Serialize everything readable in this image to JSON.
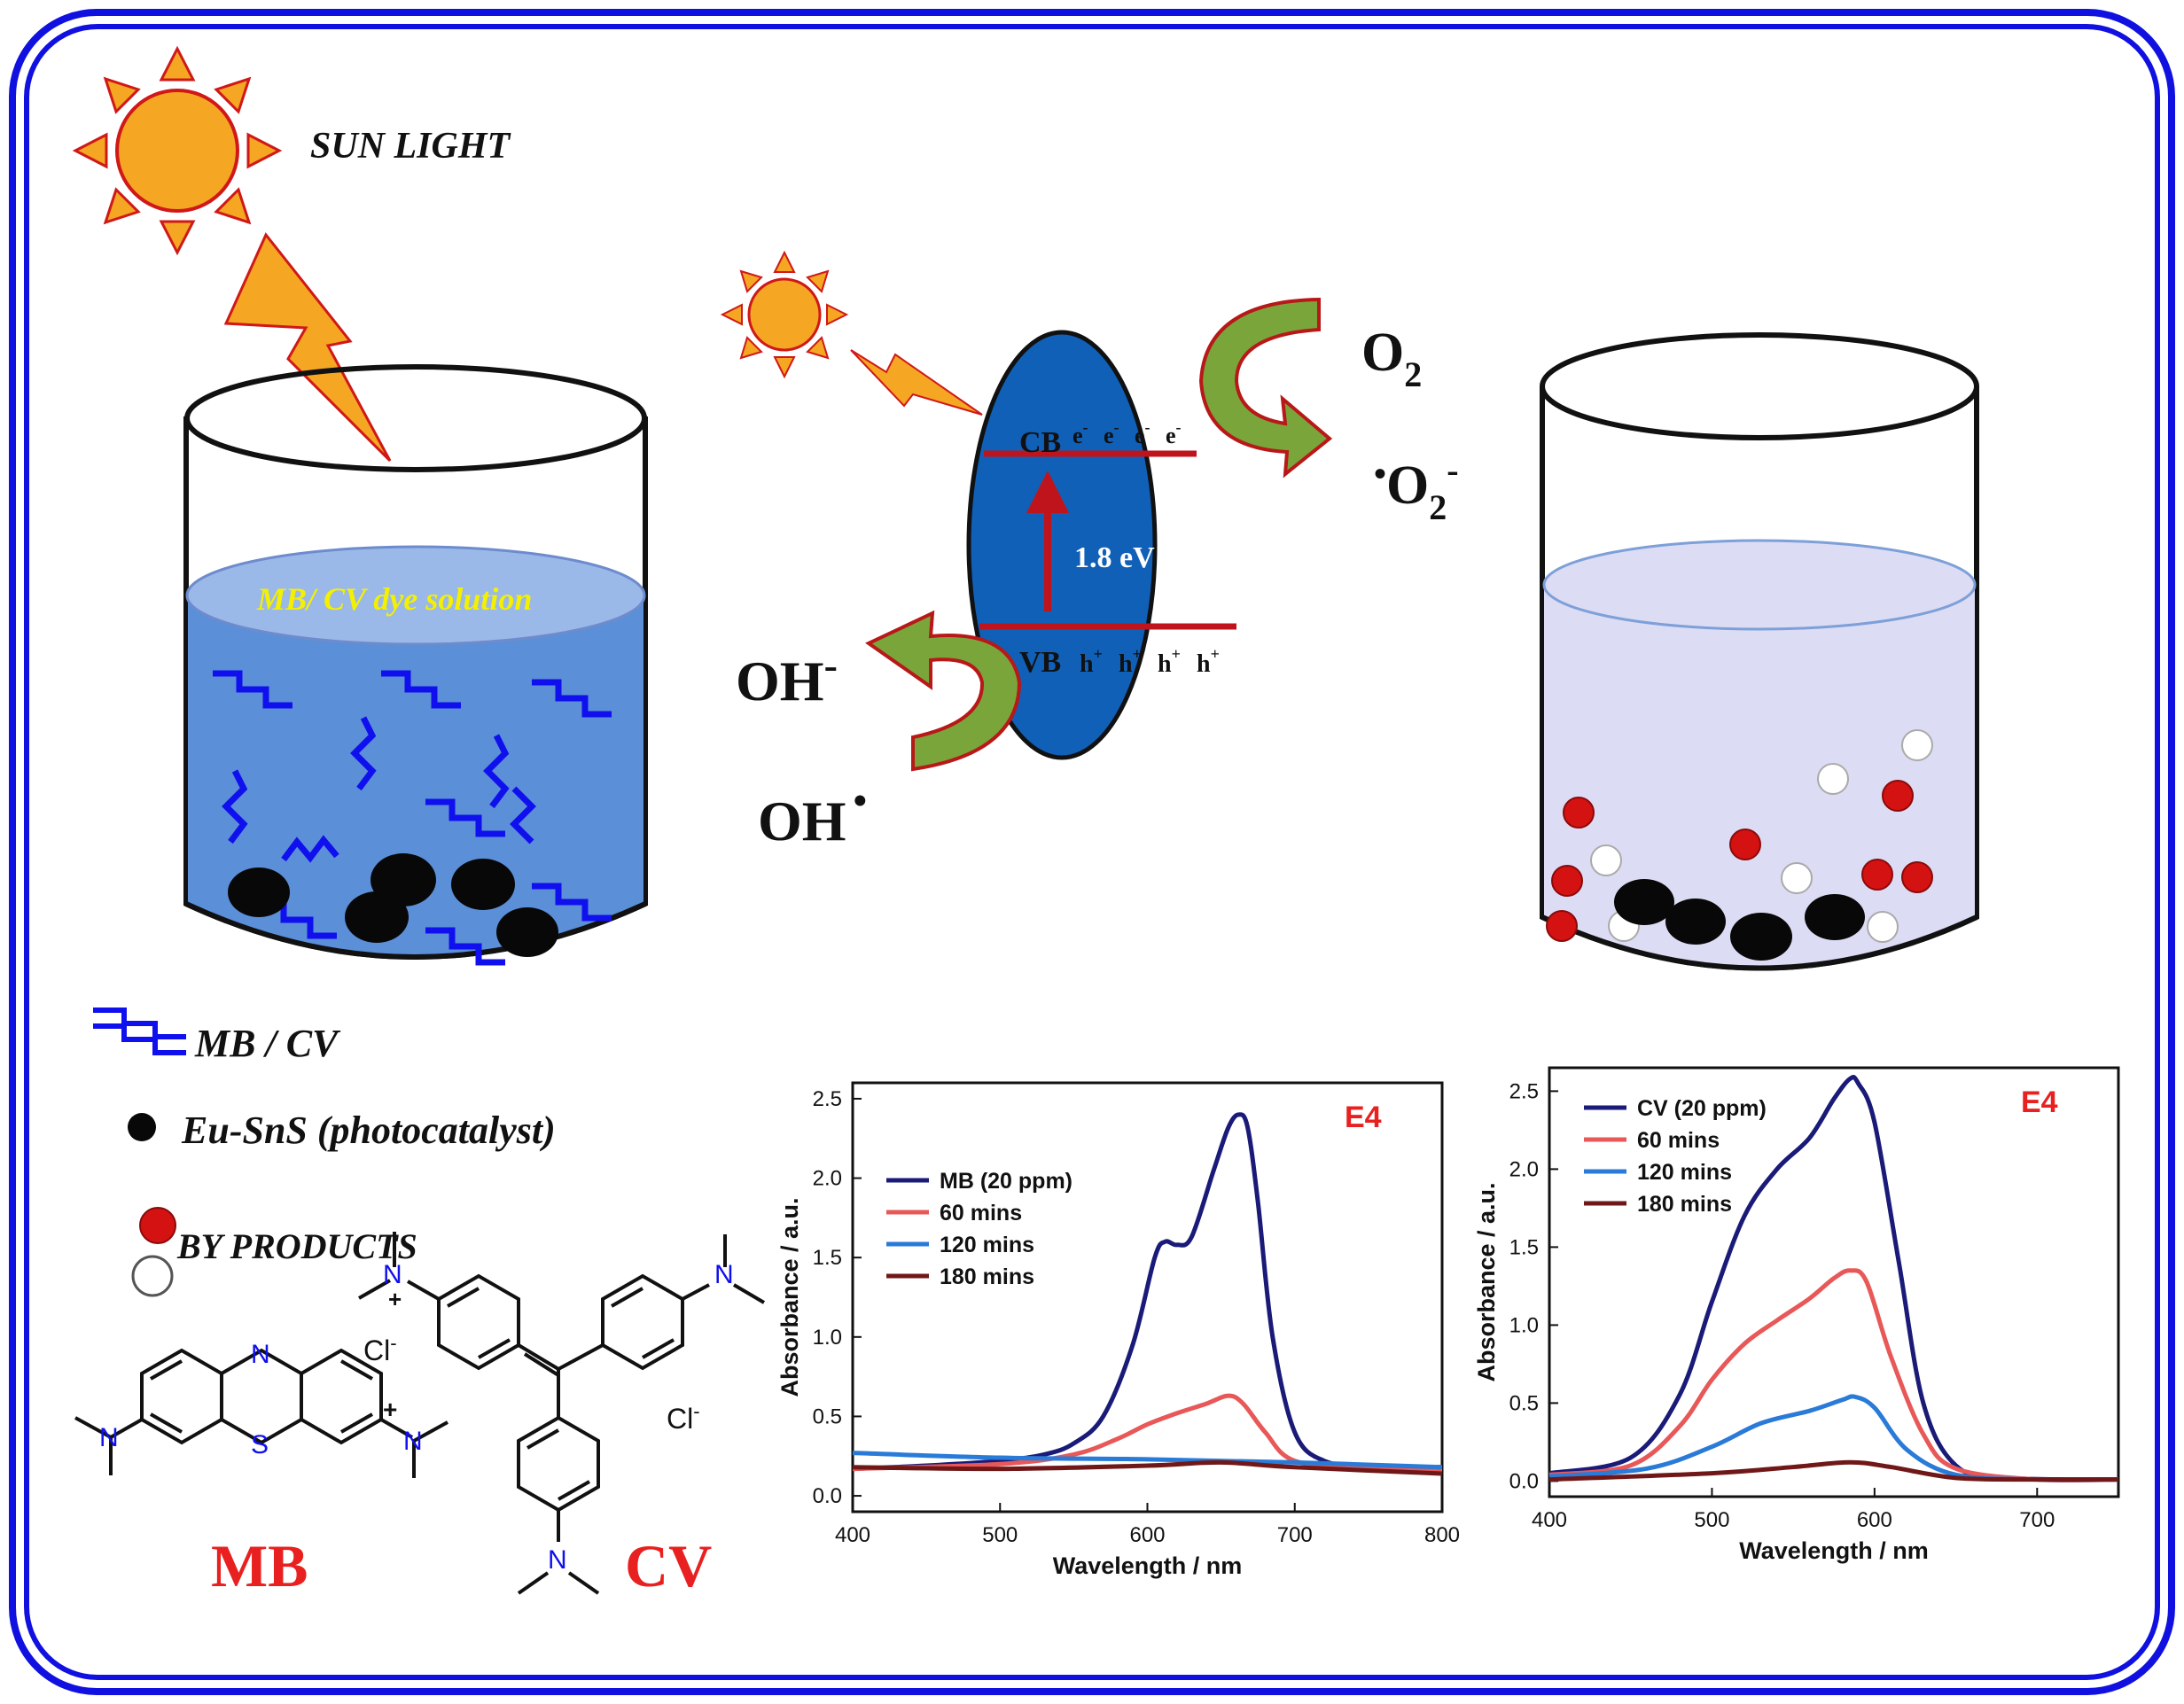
{
  "labels": {
    "sun_light": "SUN LIGHT",
    "dye_solution": "MB/ CV dye solution",
    "cb": "CB",
    "vb": "VB",
    "electron_charge": "-",
    "hole_charge": "+",
    "band_gap": "1.8 eV",
    "o2_main": "O",
    "o2_sub": "2",
    "superoxide_dot": "•",
    "superoxide_main": "O",
    "superoxide_sub": "2",
    "superoxide_sup": "-",
    "hydroxide_main": "OH",
    "hydroxide_sup": "-",
    "hydroxyl_main": "OH",
    "hydroxyl_dot": "•"
  },
  "legend": {
    "dye": "MB / CV",
    "catalyst": "Eu-SnS (photocatalyst)",
    "byproducts": "BY PRODUCTS"
  },
  "molecules": {
    "mb_name": "MB",
    "cv_name": "CV",
    "chloride": "Cl",
    "chloride_sup": "-",
    "nitrogen": "N",
    "sulfur": "S",
    "plus": "+"
  },
  "colors": {
    "frame": "#1010e0",
    "sun": "#f5a623",
    "sun_rays": "#e02020",
    "solution": "#5b8fd8",
    "particle_blue": "#1060b8",
    "band_line": "#c0141c",
    "arrow_green": "#7aa53a",
    "title_red": "#e82020",
    "dye_wave": "#1010ee",
    "clean_solution": "#dcdcf4"
  },
  "chart_data": [
    {
      "type": "line",
      "annotation": "E4",
      "xlabel": "Wavelength / nm",
      "ylabel": "Absorbance / a.u.",
      "xlim": [
        400,
        800
      ],
      "ylim": [
        -0.1,
        2.6
      ],
      "xticks": [
        400,
        500,
        600,
        700,
        800
      ],
      "yticks": [
        0.0,
        0.5,
        1.0,
        1.5,
        2.0,
        2.5
      ],
      "legend_position": "left",
      "grid": false,
      "series": [
        {
          "name": "MB (20 ppm)",
          "color": "#1a1a78",
          "x": [
            400,
            450,
            500,
            530,
            550,
            570,
            590,
            605,
            612,
            620,
            630,
            645,
            655,
            662,
            668,
            675,
            685,
            700,
            720,
            750,
            800
          ],
          "y": [
            0.17,
            0.19,
            0.22,
            0.26,
            0.33,
            0.5,
            0.95,
            1.5,
            1.6,
            1.58,
            1.63,
            2.05,
            2.32,
            2.4,
            2.32,
            1.85,
            1.0,
            0.4,
            0.22,
            0.19,
            0.18
          ]
        },
        {
          "name": "60 mins",
          "color": "#e85858",
          "x": [
            400,
            500,
            550,
            580,
            600,
            620,
            640,
            655,
            665,
            680,
            700,
            750,
            800
          ],
          "y": [
            0.17,
            0.2,
            0.26,
            0.36,
            0.45,
            0.52,
            0.58,
            0.63,
            0.58,
            0.4,
            0.22,
            0.17,
            0.16
          ]
        },
        {
          "name": "120 mins",
          "color": "#2a7ad8",
          "x": [
            400,
            500,
            600,
            700,
            800
          ],
          "y": [
            0.27,
            0.24,
            0.23,
            0.21,
            0.18
          ]
        },
        {
          "name": "180 mins",
          "color": "#701818",
          "x": [
            400,
            500,
            600,
            650,
            700,
            800
          ],
          "y": [
            0.18,
            0.17,
            0.19,
            0.21,
            0.18,
            0.14
          ]
        }
      ]
    },
    {
      "type": "line",
      "annotation": "E4",
      "xlabel": "Wavelength / nm",
      "ylabel": "Absorbance / a.u.",
      "xlim": [
        400,
        750
      ],
      "ylim": [
        -0.1,
        2.65
      ],
      "xticks": [
        400,
        500,
        600,
        700
      ],
      "yticks": [
        0.0,
        0.5,
        1.0,
        1.5,
        2.0,
        2.5
      ],
      "legend_position": "top-left",
      "grid": false,
      "series": [
        {
          "name": "CV (20 ppm)",
          "color": "#1a1a78",
          "x": [
            400,
            450,
            480,
            500,
            520,
            540,
            560,
            575,
            585,
            590,
            600,
            615,
            630,
            650,
            680,
            750
          ],
          "y": [
            0.05,
            0.15,
            0.55,
            1.15,
            1.7,
            2.0,
            2.2,
            2.45,
            2.58,
            2.55,
            2.3,
            1.4,
            0.5,
            0.1,
            0.02,
            0.01
          ]
        },
        {
          "name": "60 mins",
          "color": "#e85858",
          "x": [
            400,
            450,
            480,
            500,
            520,
            540,
            560,
            575,
            585,
            595,
            610,
            630,
            650,
            700,
            750
          ],
          "y": [
            0.04,
            0.1,
            0.35,
            0.65,
            0.88,
            1.03,
            1.17,
            1.3,
            1.35,
            1.28,
            0.8,
            0.3,
            0.08,
            0.01,
            0.01
          ]
        },
        {
          "name": "120 mins",
          "color": "#2a7ad8",
          "x": [
            400,
            460,
            500,
            530,
            560,
            580,
            588,
            600,
            620,
            650,
            700,
            750
          ],
          "y": [
            0.03,
            0.08,
            0.22,
            0.37,
            0.45,
            0.52,
            0.54,
            0.47,
            0.2,
            0.04,
            0.01,
            0.01
          ]
        },
        {
          "name": "180 mins",
          "color": "#701818",
          "x": [
            400,
            500,
            550,
            585,
            610,
            650,
            700,
            750
          ],
          "y": [
            0.01,
            0.05,
            0.09,
            0.12,
            0.09,
            0.02,
            0.01,
            0.01
          ]
        }
      ]
    }
  ]
}
